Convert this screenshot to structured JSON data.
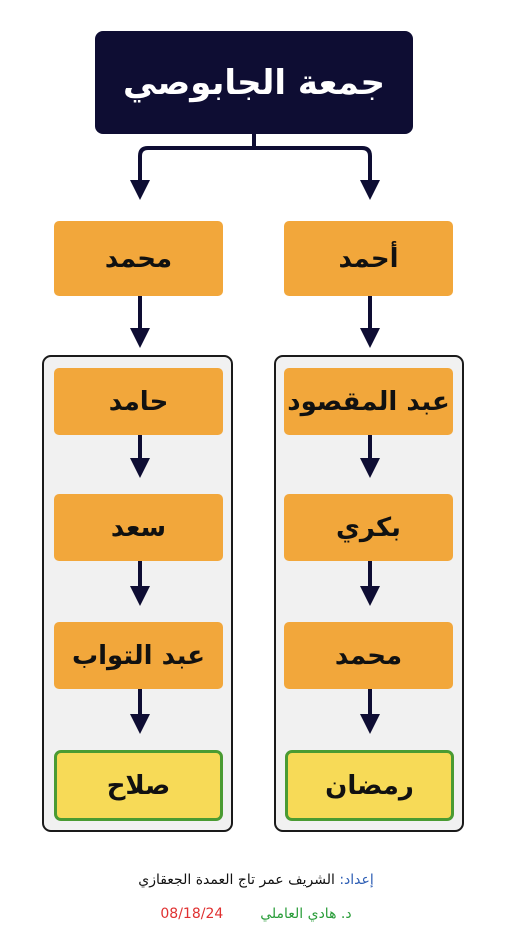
{
  "title": "جمعة الجابوصي",
  "branches": [
    {
      "name": "أحمد",
      "descendants": [
        "عبد المقصود",
        "بكري",
        "محمد",
        "رمضان"
      ]
    },
    {
      "name": "محمد",
      "descendants": [
        "حامد",
        "سعد",
        "عبد التواب",
        "صلاح"
      ]
    }
  ],
  "footer": {
    "prepared_label": "إعداد:",
    "prepared_by": "الشريف عمر تاج العمدة الجعقازي",
    "date": "08/18/24",
    "author": "د. هادي العاملي"
  },
  "colors": {
    "title_bg": "#0e0d33",
    "node": "#f2a73b",
    "leaf": "#f7da57",
    "leaf_border": "#4a9b32",
    "panel": "#f1f1f1"
  }
}
